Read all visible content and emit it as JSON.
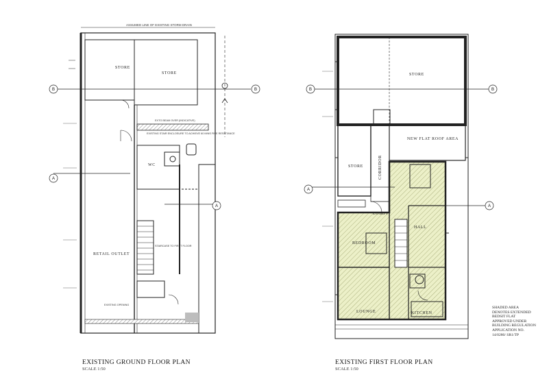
{
  "ground_floor": {
    "title": "EXISTING  GROUND FLOOR PLAN",
    "scale": "SCALE 1:50",
    "rooms": {
      "store1": "STORE",
      "store2": "STORE",
      "retail": "RETAIL OUTLET",
      "wc": "WC"
    },
    "notes": {
      "beam": "EXTG BEAM OVER (INDICATIVE)",
      "fire": "EXISTING STAIR ENCLOSURE TO ACHIEVE 60 MINS FIRE RESISTANCE",
      "opening": "EXISTING OPENING",
      "stair": "STAIRCASE TO FIRST FLOOR"
    }
  },
  "first_floor": {
    "title": "EXISTING  FIRST FLOOR PLAN",
    "scale": "SCALE 1:50",
    "rooms": {
      "store": "STORE",
      "store2": "STORE",
      "flat_roof": "NEW FLAT ROOF AREA",
      "corridor": "CORRIDOR",
      "lobby": "LOBBY",
      "hall": "HALL",
      "bedroom": "BEDROOM",
      "lounge": "LOUNGE",
      "kitchen": "KITCHEN"
    }
  },
  "legend": {
    "shaded_note": [
      "SHADED AREA",
      "DENOTES EXTENDED",
      "BEDSIT FLAT",
      "APPROVED UNDER",
      "BUILDING REGULATION",
      "APPLICATION NO.",
      "14/0280/ SR1/TP"
    ]
  },
  "grid_markers": {
    "a": "A",
    "b": "B"
  }
}
